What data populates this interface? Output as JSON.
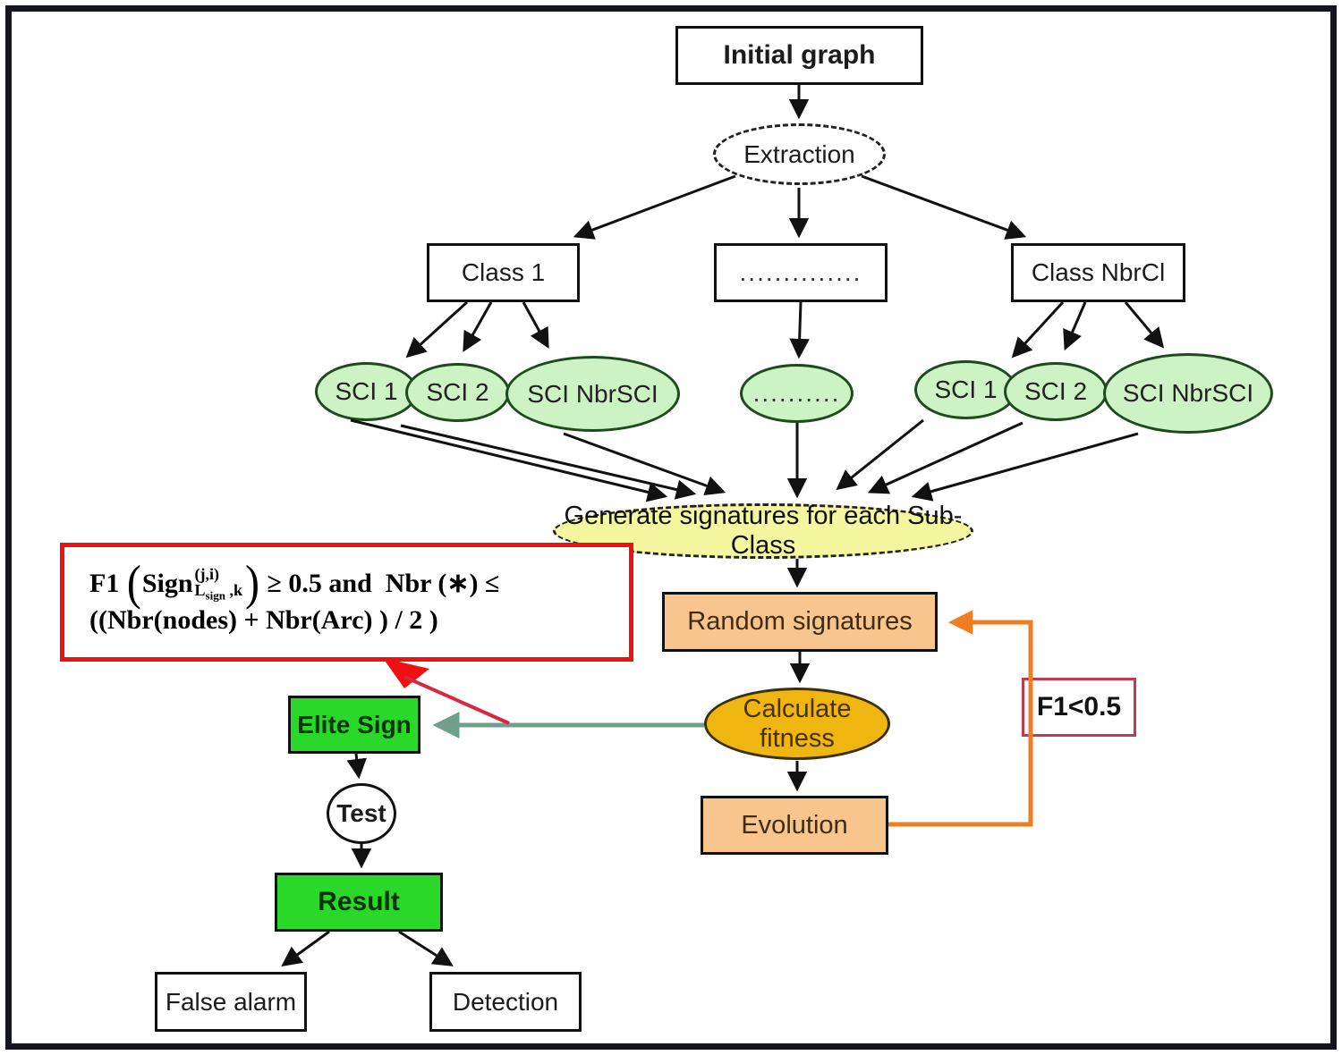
{
  "nodes": {
    "initial_graph": "Initial graph",
    "extraction": "Extraction",
    "class_1": "Class 1",
    "class_dots": "..............",
    "class_nbrcl": "Class NbrCl",
    "sci_left_1": "SCI 1",
    "sci_left_2": "SCI 2",
    "sci_left_nbr": "SCI NbrSCI",
    "sci_mid_dots": "..........",
    "sci_right_1": "SCI 1",
    "sci_right_2": "SCI 2",
    "sci_right_nbr": "SCI NbrSCI",
    "generate": "Generate signatures for each Sub-Class",
    "random_signatures": "Random signatures",
    "calculate_fitness": "Calculate fitness",
    "evolution": "Evolution",
    "f1_condition": "F1<0.5",
    "elite_sign": "Elite Sign",
    "test": "Test",
    "result": "Result",
    "false_alarm": "False alarm",
    "detection": "Detection"
  },
  "formula": {
    "f1": "F1 ",
    "lp": "(",
    "sign": "Sign",
    "sup": "(j,i)",
    "sub_base": "L",
    "sub_sub": "sign",
    "sub_tail": " ,k",
    "rp": ")",
    "tail1": " ≥ 0.5 and  Nbr (∗) ≤",
    "line2": "((Nbr(nodes) + Nbr(Arc) ) / 2 )"
  },
  "colors": {
    "pale_green": "#cdf2c3",
    "green_border": "#1f4a1f",
    "pale_yellow": "#f4f7a0",
    "peach": "#f9c58e",
    "gold": "#efb511",
    "bright_green": "#29d829",
    "red_box_border": "#f01010",
    "crimson_box_border": "#c23a52",
    "orange_loop": "#ee7d23",
    "teal_arrow": "#6fa08c",
    "red_callout_line": "#d82840",
    "frame": "#15151e"
  }
}
